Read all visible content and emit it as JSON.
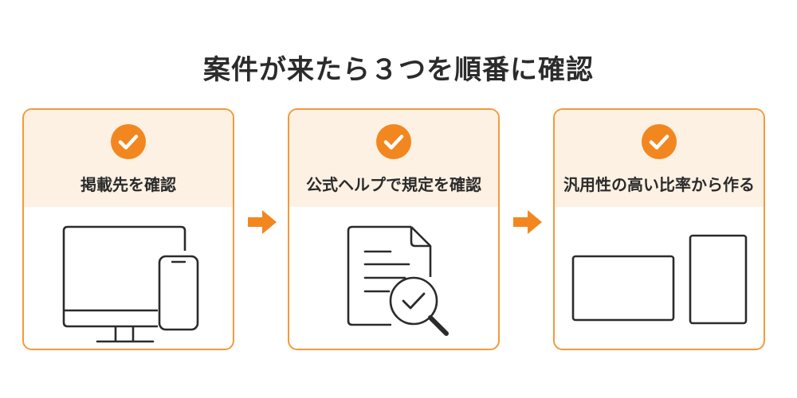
{
  "title": "案件が来たら３つを順番に確認",
  "steps": [
    {
      "label": "掲載先を確認",
      "icon": "monitor-and-phone-icon"
    },
    {
      "label": "公式ヘルプで規定を確認",
      "icon": "document-magnifier-icon"
    },
    {
      "label": "汎用性の高い比率から作る",
      "icon": "landscape-portrait-frames-icon"
    }
  ],
  "colors": {
    "accent": "#f3871f",
    "border": "#f39a3a",
    "card_header_bg": "#fdf1e4",
    "text": "#2b2b2b"
  }
}
